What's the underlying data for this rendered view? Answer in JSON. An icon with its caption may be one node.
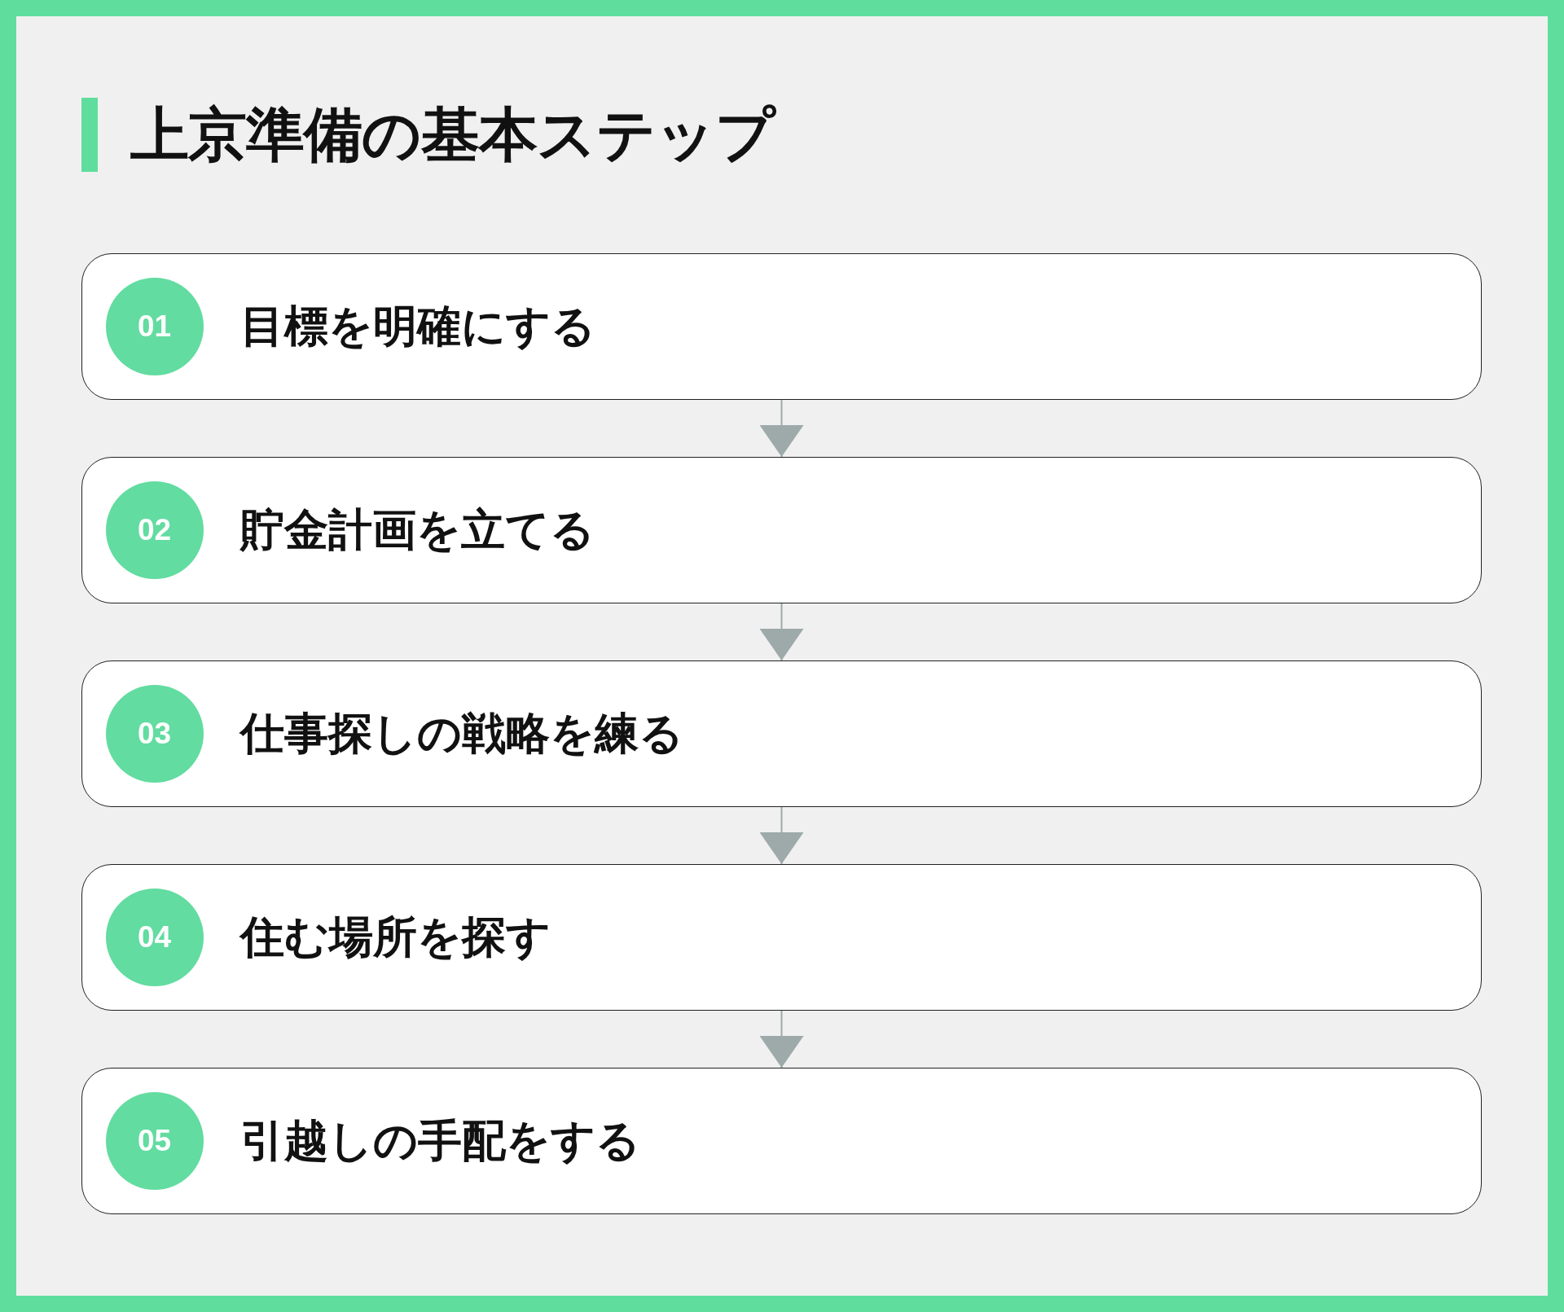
{
  "diagram": {
    "title": "上京準備の基本ステップ",
    "nodes": [
      {
        "text": [
          "目標を明確にする"
        ]
      },
      {
        "text": [
          "01"
        ],
        "in": 0
      },
      {
        "text": [
          "貯金計画を立てる"
        ]
      },
      {
        "text": [
          "02"
        ],
        "in": 2
      },
      {
        "text": [
          "仕事探しの戦略を練る"
        ]
      },
      {
        "text": [
          "03"
        ],
        "in": 4
      },
      {
        "text": [
          "住む場所を探す"
        ]
      },
      {
        "text": [
          "04"
        ],
        "in": 6
      },
      {
        "text": [
          "引越しの手配をする"
        ]
      },
      {
        "text": [
          "05"
        ],
        "in": 8
      }
    ],
    "edges": [
      {
        "from": 0,
        "to": 2,
        "arrow": "to"
      },
      {
        "from": 2,
        "to": 4,
        "arrow": "to"
      },
      {
        "from": 4,
        "to": 6,
        "arrow": "to"
      },
      {
        "from": 6,
        "to": 8,
        "arrow": "to"
      }
    ]
  }
}
